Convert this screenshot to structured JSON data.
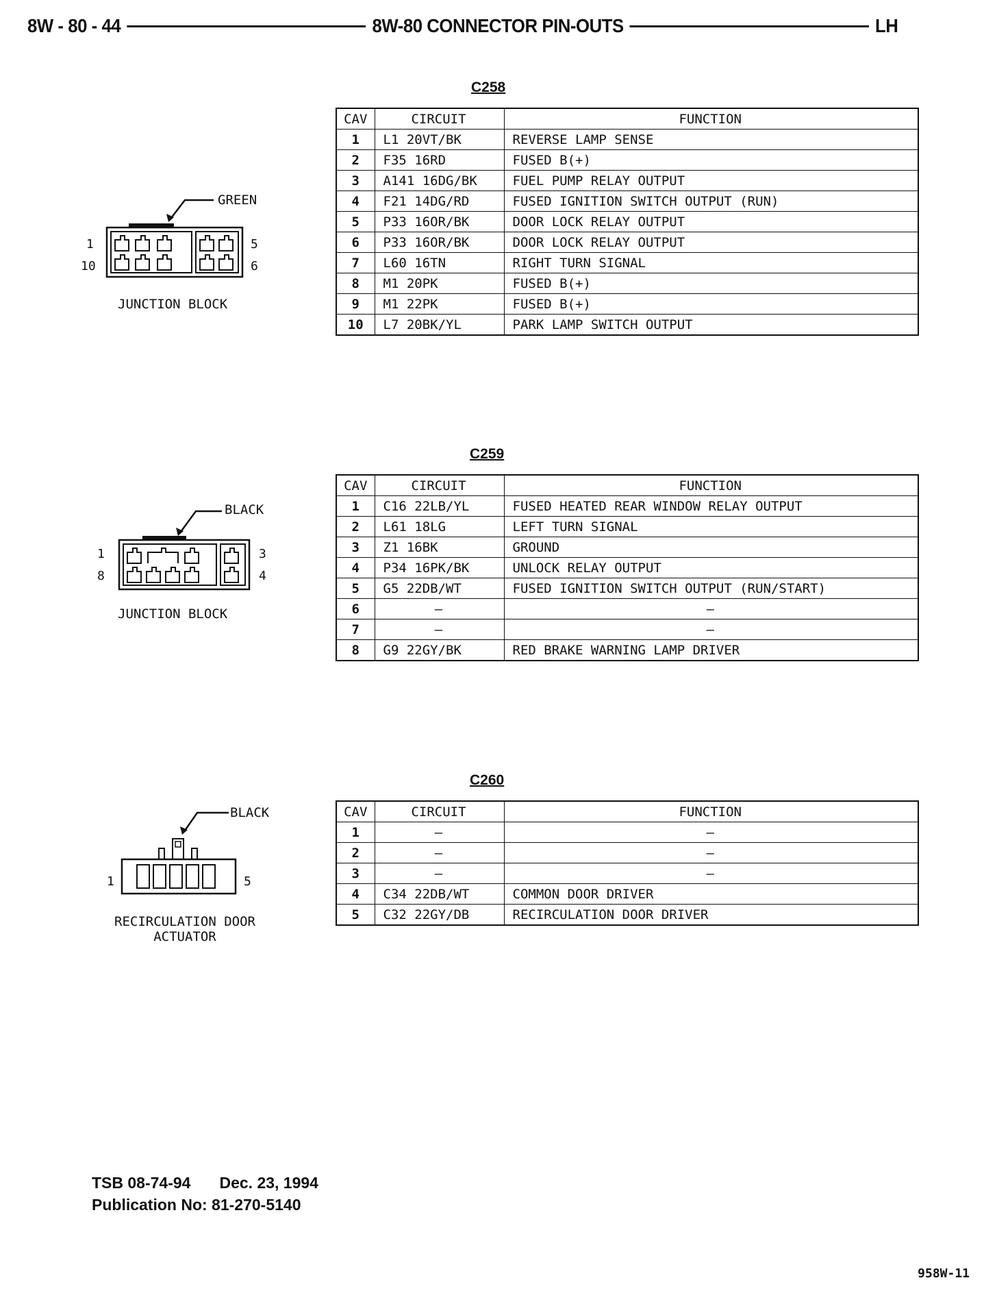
{
  "header": {
    "page_number": "8W - 80 - 44",
    "title": "8W-80 CONNECTOR PIN-OUTS",
    "side": "LH"
  },
  "columns": {
    "cav": "CAV",
    "circuit": "CIRCUIT",
    "function": "FUNCTION"
  },
  "connectors": [
    {
      "id": "C258",
      "color_label": "GREEN",
      "diagram_label": "JUNCTION BLOCK",
      "pin_labels": [
        "1",
        "10",
        "5",
        "6"
      ],
      "rows": [
        {
          "cav": "1",
          "circuit": "L1 20VT/BK",
          "function": "REVERSE LAMP SENSE"
        },
        {
          "cav": "2",
          "circuit": "F35 16RD",
          "function": "FUSED B(+)"
        },
        {
          "cav": "3",
          "circuit": "A141 16DG/BK",
          "function": "FUEL PUMP RELAY OUTPUT"
        },
        {
          "cav": "4",
          "circuit": "F21 14DG/RD",
          "function": "FUSED IGNITION SWITCH OUTPUT (RUN)"
        },
        {
          "cav": "5",
          "circuit": "P33 16OR/BK",
          "function": "DOOR LOCK RELAY OUTPUT"
        },
        {
          "cav": "6",
          "circuit": "P33 16OR/BK",
          "function": "DOOR LOCK RELAY OUTPUT"
        },
        {
          "cav": "7",
          "circuit": "L60 16TN",
          "function": "RIGHT TURN SIGNAL"
        },
        {
          "cav": "8",
          "circuit": "M1 20PK",
          "function": "FUSED B(+)"
        },
        {
          "cav": "9",
          "circuit": "M1 22PK",
          "function": "FUSED B(+)"
        },
        {
          "cav": "10",
          "circuit": "L7 20BK/YL",
          "function": "PARK LAMP SWITCH OUTPUT"
        }
      ]
    },
    {
      "id": "C259",
      "color_label": "BLACK",
      "diagram_label": "JUNCTION BLOCK",
      "pin_labels": [
        "1",
        "8",
        "3",
        "4"
      ],
      "rows": [
        {
          "cav": "1",
          "circuit": "C16 22LB/YL",
          "function": "FUSED HEATED REAR WINDOW RELAY OUTPUT"
        },
        {
          "cav": "2",
          "circuit": "L61 18LG",
          "function": "LEFT TURN SIGNAL"
        },
        {
          "cav": "3",
          "circuit": "Z1 16BK",
          "function": "GROUND"
        },
        {
          "cav": "4",
          "circuit": "P34 16PK/BK",
          "function": "UNLOCK RELAY OUTPUT"
        },
        {
          "cav": "5",
          "circuit": "G5 22DB/WT",
          "function": "FUSED IGNITION SWITCH OUTPUT (RUN/START)"
        },
        {
          "cav": "6",
          "circuit": "–",
          "function": "–"
        },
        {
          "cav": "7",
          "circuit": "–",
          "function": "–"
        },
        {
          "cav": "8",
          "circuit": "G9 22GY/BK",
          "function": "RED BRAKE WARNING LAMP DRIVER"
        }
      ]
    },
    {
      "id": "C260",
      "color_label": "BLACK",
      "diagram_label_line1": "RECIRCULATION DOOR",
      "diagram_label_line2": "ACTUATOR",
      "pin_labels": [
        "1",
        "5"
      ],
      "rows": [
        {
          "cav": "1",
          "circuit": "–",
          "function": "–"
        },
        {
          "cav": "2",
          "circuit": "–",
          "function": "–"
        },
        {
          "cav": "3",
          "circuit": "–",
          "function": "–"
        },
        {
          "cav": "4",
          "circuit": "C34 22DB/WT",
          "function": "COMMON DOOR DRIVER"
        },
        {
          "cav": "5",
          "circuit": "C32 22GY/DB",
          "function": "RECIRCULATION DOOR DRIVER"
        }
      ]
    }
  ],
  "footer": {
    "tsb": "TSB 08-74-94",
    "date": "Dec. 23, 1994",
    "publication": "Publication No:  81-270-5140"
  },
  "page_code": "958W-11"
}
